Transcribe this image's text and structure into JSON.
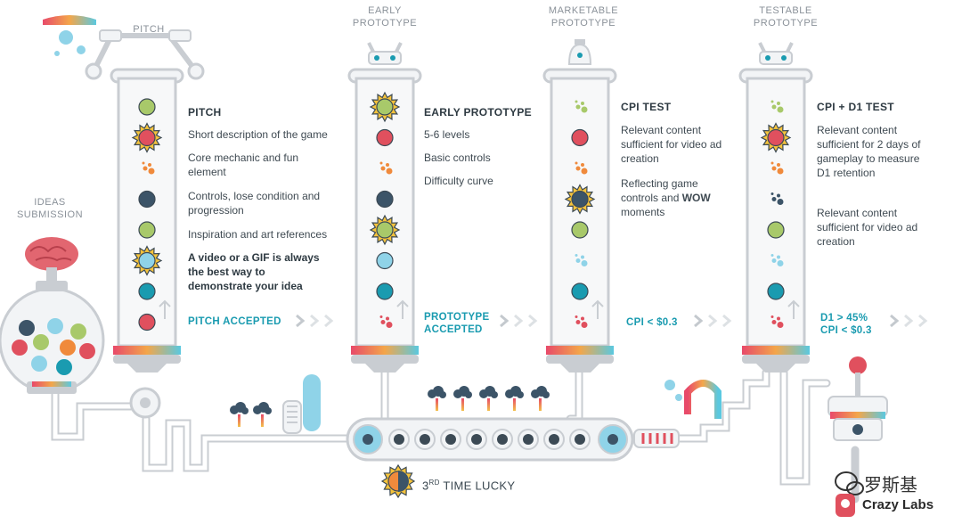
{
  "labels": {
    "ideas": "IDEAS SUBMISSION",
    "pitch_top": "PITCH",
    "early_top": "EARLY PROTOTYPE",
    "marketable_top": "MARKETABLE PROTOTYPE",
    "testable_top": "TESTABLE PROTOTYPE"
  },
  "pitch": {
    "heading": "PITCH",
    "items": [
      "Short description of the game",
      "Core mechanic and fun element",
      "Controls, lose condition and progression",
      "Inspiration and art references"
    ],
    "highlight": "A video or a GIF is always the best way to demonstrate your idea",
    "accepted": "PITCH ACCEPTED"
  },
  "early": {
    "heading": "EARLY PROTOTYPE",
    "items": [
      "5-6 levels",
      "Basic controls",
      "Difficulty curve"
    ],
    "accepted": "PROTOTYPE ACCEPTED"
  },
  "cpi": {
    "heading": "CPI TEST",
    "item1": "Relevant content sufficient for video ad creation",
    "item2_prefix": "Reflecting game controls and ",
    "item2_bold": "WOW",
    "item2_suffix": " moments",
    "accepted": "CPI < $0.3"
  },
  "d1": {
    "heading": "CPI + D1 TEST",
    "items": [
      "Relevant content sufficient for 2 days of gameplay to measure D1 retention",
      "Relevant content sufficient for video ad creation"
    ],
    "accepted_line1": "D1 > 45%",
    "accepted_line2": "CPI < $0.3"
  },
  "bottom": {
    "lucky_num": "3",
    "lucky_sup": "RD",
    "lucky_rest": " TIME LUCKY"
  },
  "watermark": {
    "chinese": "罗斯基",
    "brand": "Crazy Labs"
  },
  "colors": {
    "teal": "#1a9bb0",
    "pipe": "#c9cdd2",
    "red": "#e0505e",
    "green": "#a8c96a",
    "orange": "#f08a3c",
    "navy": "#3c5468",
    "lightblue": "#8fd3e8",
    "yellow": "#f5c33b"
  }
}
